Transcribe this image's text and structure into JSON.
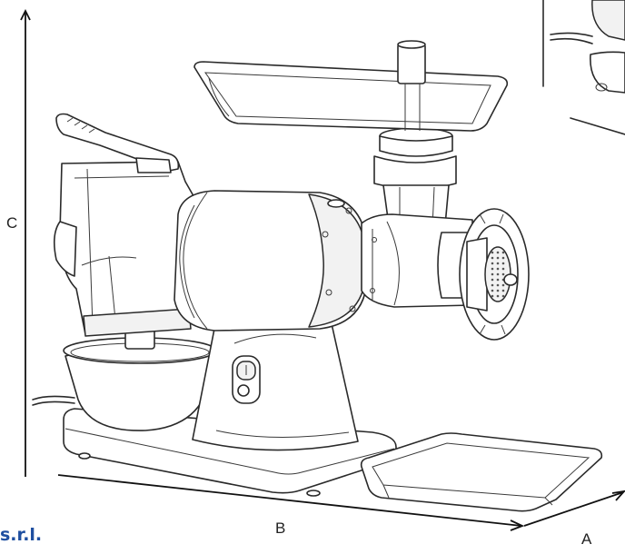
{
  "dimensions": {
    "height_label": "C",
    "width_label": "B",
    "depth_label": "A"
  },
  "brand": {
    "text": "s.r.l.",
    "color": "#1f4fa0"
  }
}
